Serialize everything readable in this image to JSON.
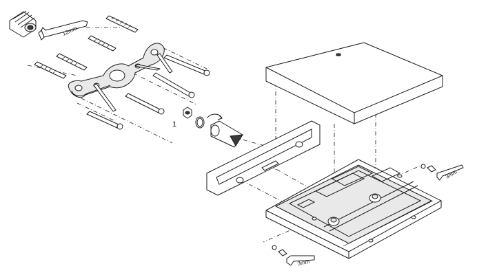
{
  "labels": {
    "hex_key_top": "12mm",
    "hex_key_right": "3mm",
    "hex_key_bottom": "3mm",
    "part_number": "1"
  },
  "colors": {
    "line": "#1a1a1a",
    "shade": "#e9e9e9",
    "dark": "#3a3a3a",
    "background": "#ffffff"
  }
}
